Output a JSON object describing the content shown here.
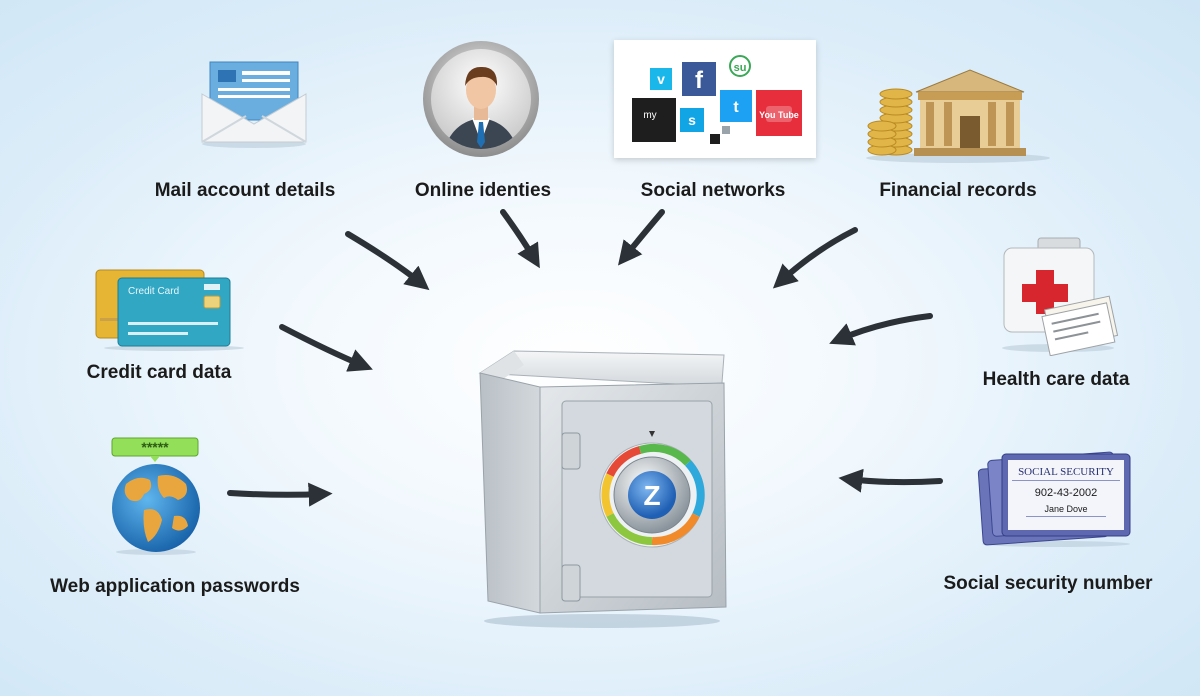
{
  "center": {
    "dial_letter": "Z"
  },
  "items": [
    {
      "label": "Mail account details",
      "icon": "envelope-icon"
    },
    {
      "label": "Online identies",
      "icon": "person-avatar-icon"
    },
    {
      "label": "Social networks",
      "icon": "social-networks-icon",
      "logos": [
        "v",
        "f",
        "su",
        "my",
        "s",
        "t",
        "You Tube"
      ]
    },
    {
      "label": "Financial records",
      "icon": "bank-building-icon"
    },
    {
      "label": "Credit card data",
      "icon": "credit-card-icon",
      "card_text": "Credit Card"
    },
    {
      "label": "Health care data",
      "icon": "first-aid-kit-icon"
    },
    {
      "label": "Web application passwords",
      "icon": "globe-icon",
      "password_mask": "*****"
    },
    {
      "label": "Social security number",
      "icon": "social-security-card-icon",
      "card": {
        "title": "SOCIAL SECURITY",
        "number": "902-43-2002",
        "name": "Jane Dove"
      }
    }
  ],
  "colors": {
    "arrow": "#2b3136",
    "label": "#1b1b1b",
    "facebook": "#3b5998",
    "twitter": "#1da1f2",
    "youtube": "#e62e3d",
    "vimeo": "#1ab7ea",
    "cross": "#d8262e"
  }
}
